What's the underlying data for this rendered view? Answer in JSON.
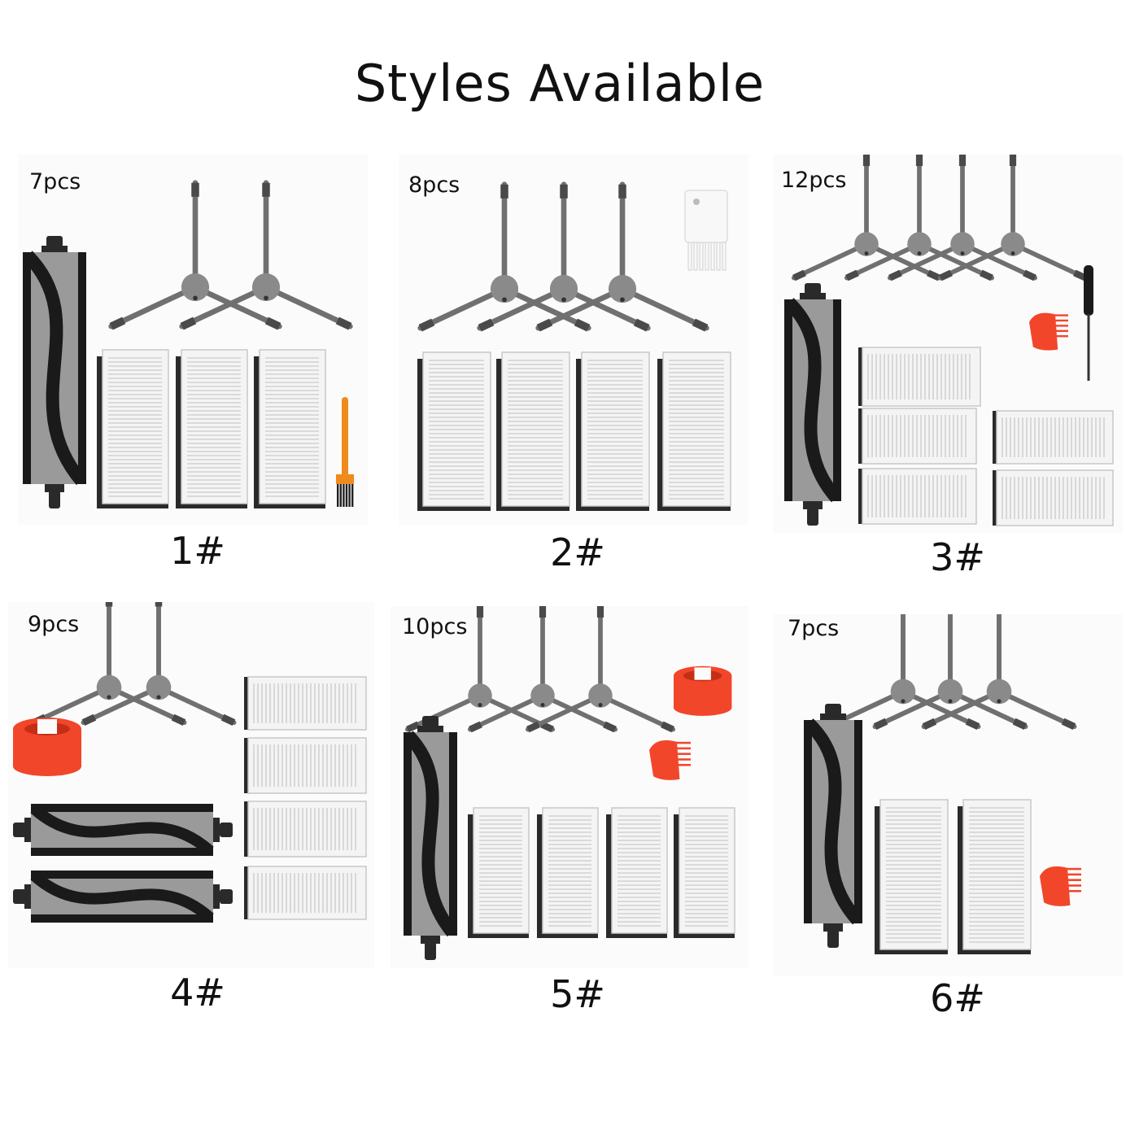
{
  "title": "Styles Available",
  "styles": [
    {
      "number": "1#",
      "pieces": "7pcs"
    },
    {
      "number": "2#",
      "pieces": "8pcs"
    },
    {
      "number": "3#",
      "pieces": "12pcs"
    },
    {
      "number": "4#",
      "pieces": "9pcs"
    },
    {
      "number": "5#",
      "pieces": "10pcs"
    },
    {
      "number": "6#",
      "pieces": "7pcs"
    }
  ],
  "colors": {
    "brush_gray": "#8a8a8a",
    "bristle_dark": "#1a1a1a",
    "filter_white": "#f4f4f4",
    "accessory_red": "#f2462a",
    "accessory_orange": "#f08a1c"
  }
}
